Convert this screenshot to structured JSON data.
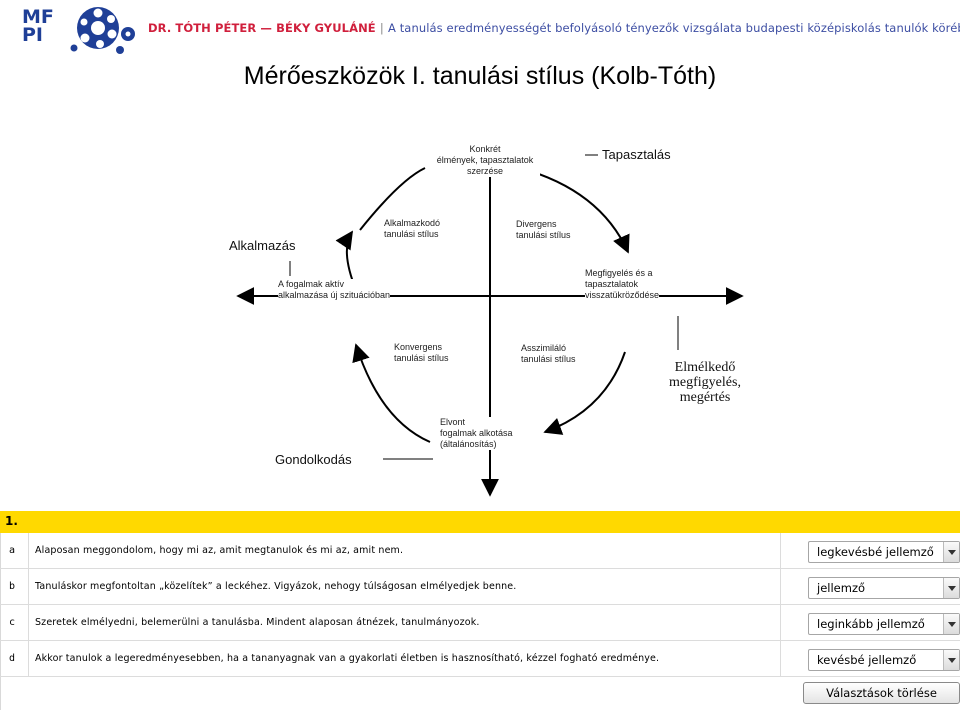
{
  "header": {
    "logo_line1": "MF",
    "logo_line2": "PI",
    "authors": "DR. TÓTH PÉTER — BÉKY GYULÁNÉ",
    "separator": "|",
    "subtitle": "A tanulás eredményességét befolyásoló tényezők vizsgálata budapesti középiskolás tanulók körében"
  },
  "title": "Mérőeszközök I. tanulási stílus (Kolb-Tóth)",
  "diagram": {
    "top_box": [
      "Konkrét",
      "élmények, tapasztalatok",
      "szerzése"
    ],
    "tapasztalas": "Tapasztalás",
    "alkalmazas": "Alkalmazás",
    "alkalmazkodo": [
      "Alkalmazkodó",
      "tanulási stílus"
    ],
    "divergens": [
      "Divergens",
      "tanulási stílus"
    ],
    "left_box": [
      "A fogalmak aktív",
      "alkalmazása új szituációban"
    ],
    "right_box": [
      "Megfigyelés és a",
      "tapasztalatok",
      "visszatükröződése"
    ],
    "konvergens": [
      "Konvergens",
      "tanulási stílus"
    ],
    "asszimilalo": [
      "Asszimiláló",
      "tanulási stílus"
    ],
    "elmelkedo": [
      "Elmélkedő",
      "megfigyelés,",
      "megértés"
    ],
    "bottom_box": [
      "Elvont",
      "fogalmak alkotása",
      "(általánosítás)"
    ],
    "gondolkodas": "Gondolkodás"
  },
  "quiz": {
    "number": "1.",
    "rows": [
      {
        "letter": "a",
        "text": "Alaposan meggondolom, hogy mi az, amit megtanulok és mi az, amit nem.",
        "selected": "legkevésbé jellemző"
      },
      {
        "letter": "b",
        "text": "Tanuláskor megfontoltan „közelítek” a leckéhez. Vigyázok, nehogy túlságosan elmélyedjek benne.",
        "selected": "jellemző"
      },
      {
        "letter": "c",
        "text": "Szeretek elmélyedni, belemerülni a tanulásba. Mindent alaposan átnézek, tanulmányozok.",
        "selected": "leginkább jellemző"
      },
      {
        "letter": "d",
        "text": "Akkor tanulok a legeredményesebben, ha a tananyagnak van a gyakorlati életben is hasznosítható, kézzel fogható eredménye.",
        "selected": "kevésbé jellemző"
      }
    ],
    "clear_button": "Választások törlése"
  }
}
